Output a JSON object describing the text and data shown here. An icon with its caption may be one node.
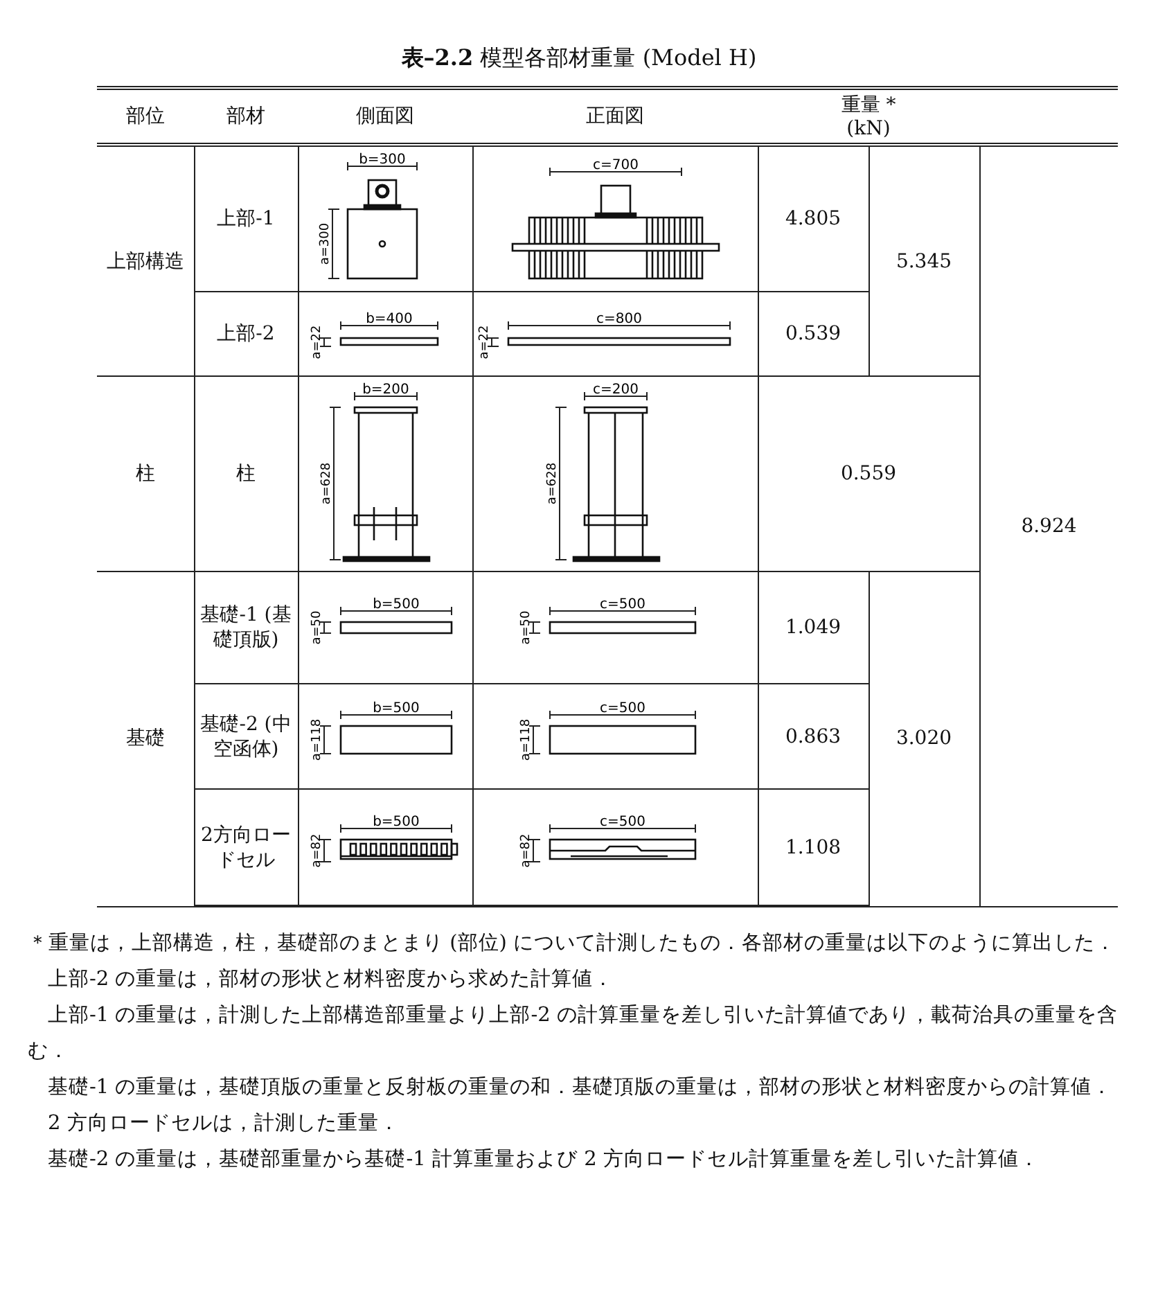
{
  "diagram": {
    "title": "**表–2.2** 模型各部材重量 (Model H)",
    "labels": [
      "部位",
      "部材",
      "側面図",
      "正面図",
      "重量 * (kN)",
      "上部構造",
      "上部-1",
      "b=300",
      "a=300",
      "c=700",
      "4.805",
      "5.345",
      "8.924",
      "上部-2",
      "b=400",
      "a=22",
      "c=800",
      "a=22",
      "0.539",
      "柱",
      "柱",
      "b=200",
      "a=628",
      "c=200",
      "a=628",
      "0.559",
      "基礎",
      "基礎-1 (基礎頂版)",
      "b=500",
      "a=50",
      "c=500",
      "a=50",
      "1.049",
      "3.020",
      "基礎-2 (中空函体)",
      "b=500",
      "a=118",
      "c=500",
      "a=118",
      "0.863",
      "2方向ロードセル",
      "b=500",
      "a=82",
      "c=500",
      "a=82",
      "1.108",
      "＊重量は，上部構造，柱，基礎部のまとまり (部位) について計測したもの．各部材の重量は以下のように算出した．",
      "上部-2 の重量は，部材の形状と材料密度から求めた計算値．",
      "上部-1 の重量は，計測した上部構造部重量より上部-2 の計算重量を差し引いた計算値であり，載荷治具の重量を含む．",
      "基礎-1 の重量は，基礎頂版の重量と反射板の重量の和．基礎頂版の重量は，部材の形状と材料密度からの計算値．",
      "2 方向ロードセルは，計測した重量．",
      "基礎-2 の重量は，基礎部重量から基礎-1 計算重量および 2 方向ロードセル計算重量を差し引いた計算値．"
    ]
  }
}
